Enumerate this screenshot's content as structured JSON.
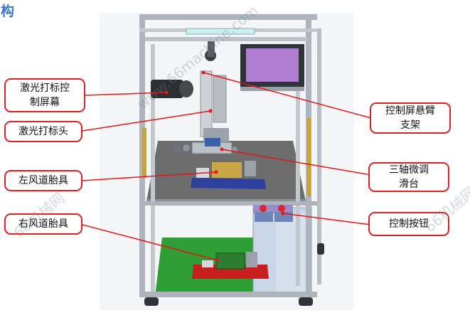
{
  "heading": {
    "text": "构"
  },
  "callouts": {
    "laser_screen": "激光打标控\n制屏幕",
    "laser_head": "激光打标头",
    "left_fixture": "左风道胎具",
    "right_fixture": "右风道胎具",
    "screen_arm": "控制屏悬臂\n支架",
    "xyz_slide": "三轴微调\n滑台",
    "control_button": "控制按钮"
  },
  "watermarks": {
    "center": "www.66machine.com",
    "left": "66机械网",
    "right": "66机械网"
  },
  "colors": {
    "callout_border": "#e02020",
    "leader_line": "#e01818",
    "frame": "#aeb4bb",
    "upper_table": "#6d6d6d",
    "lower_panel": "#2f9e34",
    "fixture_left_base": "#2f3f9e",
    "fixture_right_base": "#c81e1e",
    "screen": "#b07ed0",
    "cabinet": "#c9d6e8",
    "heading": "#3b74c9"
  }
}
